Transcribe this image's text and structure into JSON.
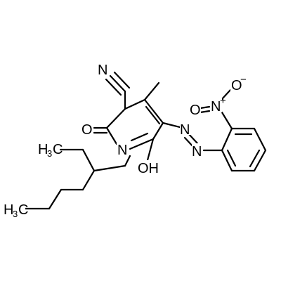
{
  "molecule": {
    "labels": {
      "nitrile_n": "N",
      "ring_o": "O",
      "ring_n": "N",
      "hydroxyl": "OH",
      "azo_n1": "N",
      "azo_n2": "N",
      "nitro_o": "O",
      "nitro_o_charge": "−",
      "nitro_n": "N",
      "nitro_n_charge": "+",
      "nitro_o2": "O",
      "ethyl_ch3": "H",
      "ethyl_ch3_c": "C",
      "ethyl_ch3_sub": "3",
      "butyl_ch3_h": "H",
      "butyl_ch3_c": "C",
      "butyl_ch3_sub": "3"
    }
  }
}
